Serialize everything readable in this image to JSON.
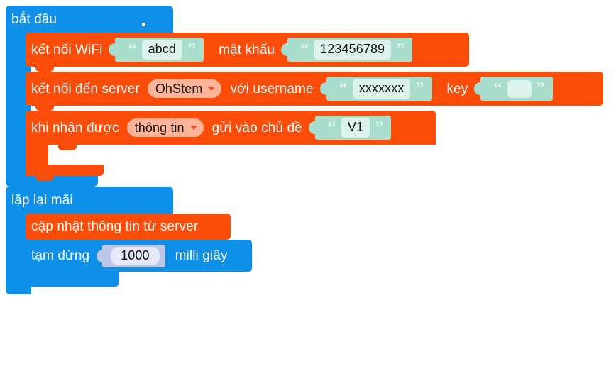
{
  "workspace": {
    "background": "#ffffff",
    "colors": {
      "control_blue": "#0e90e8",
      "network_orange": "#fa4d09",
      "string_socket": "#a8dccd",
      "string_field": "#dcf2ec",
      "number_socket": "#bcc6e8",
      "number_field": "#e4e8f7",
      "dropdown_field": "#ffb49a"
    }
  },
  "scripts": [
    {
      "id": "startup-script",
      "hat": {
        "label": "bắt đầu",
        "marker": "."
      },
      "blocks": [
        {
          "id": "wifi-connect",
          "type": "statement",
          "category": "network",
          "parts": [
            {
              "kind": "label",
              "text": "kết nối WiFi"
            },
            {
              "kind": "string_input",
              "name": "ssid",
              "value": "abcd"
            },
            {
              "kind": "label",
              "text": "mật khẩu"
            },
            {
              "kind": "string_input",
              "name": "password",
              "value": "123456789"
            }
          ]
        },
        {
          "id": "server-connect",
          "type": "statement",
          "category": "network",
          "parts": [
            {
              "kind": "label",
              "text": "kết nối đến server"
            },
            {
              "kind": "dropdown",
              "name": "server",
              "value": "OhStem"
            },
            {
              "kind": "label",
              "text": "với username"
            },
            {
              "kind": "string_input",
              "name": "username",
              "value": "xxxxxxx"
            },
            {
              "kind": "label",
              "text": "key"
            },
            {
              "kind": "string_input",
              "name": "key",
              "value": ""
            }
          ]
        },
        {
          "id": "on-receive",
          "type": "c_block",
          "category": "network",
          "parts": [
            {
              "kind": "label",
              "text": "khi nhận được"
            },
            {
              "kind": "dropdown",
              "name": "payload",
              "value": "thông tin"
            },
            {
              "kind": "label",
              "text": "gửi vào chủ đề"
            },
            {
              "kind": "string_input",
              "name": "topic",
              "value": "V1"
            }
          ],
          "body": []
        }
      ]
    },
    {
      "id": "forever-script",
      "hat": {
        "label": "lặp lại mãi",
        "marker": "."
      },
      "blocks": [
        {
          "id": "update-from-server",
          "type": "statement",
          "category": "network",
          "parts": [
            {
              "kind": "label",
              "text": "cập nhật thông tin từ server"
            }
          ]
        },
        {
          "id": "wait-ms",
          "type": "statement",
          "category": "control",
          "parts": [
            {
              "kind": "label",
              "text": "tạm dừng"
            },
            {
              "kind": "number_input",
              "name": "duration",
              "value": "1000"
            },
            {
              "kind": "label",
              "text": "milli giây"
            }
          ]
        }
      ]
    }
  ]
}
